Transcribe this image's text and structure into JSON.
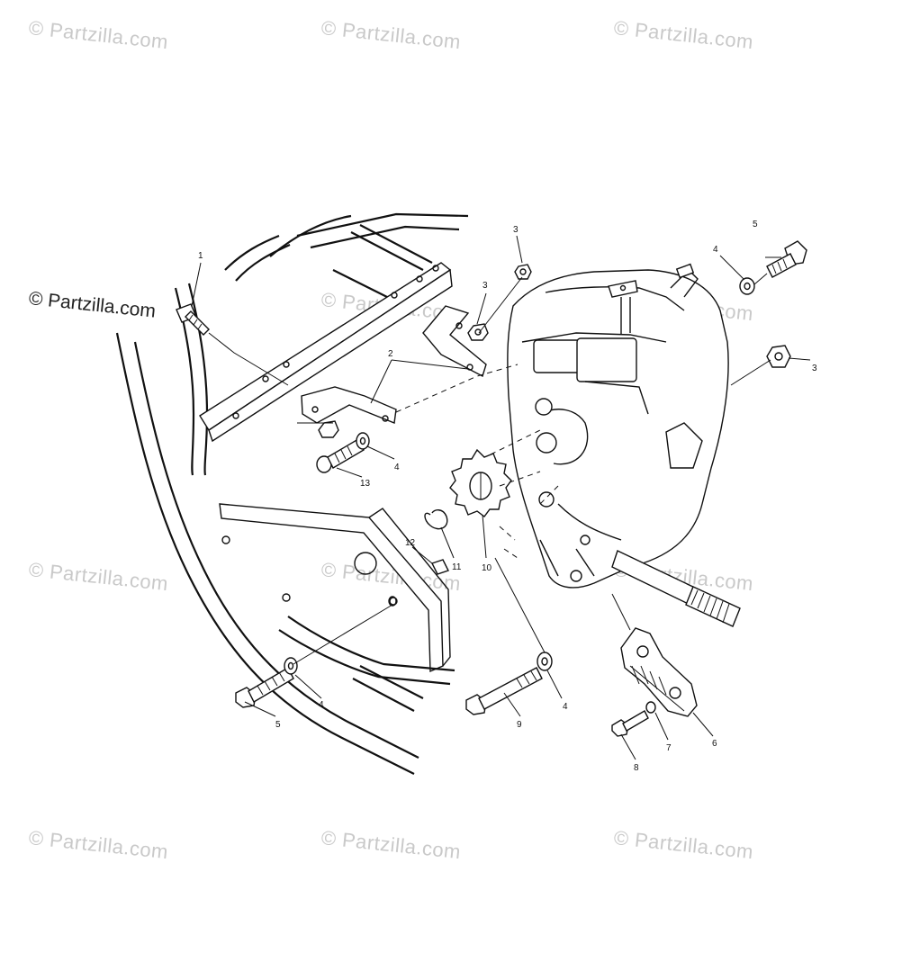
{
  "watermark": {
    "text": "© Partzilla.com",
    "main_text": "© Partzilla.com"
  },
  "callouts": {
    "c1": "1",
    "c2": "2",
    "c3a": "3",
    "c3b": "3",
    "c3c": "3",
    "c4a": "4",
    "c4b": "4",
    "c4c": "4",
    "c4d": "4",
    "c5a": "5",
    "c5b": "5",
    "c6": "6",
    "c7": "7",
    "c8": "8",
    "c9": "9",
    "c10": "10",
    "c11": "11",
    "c12": "12",
    "c13": "13"
  },
  "colors": {
    "line": "#111111",
    "watermark": "#c9c9c9",
    "background": "#ffffff"
  }
}
